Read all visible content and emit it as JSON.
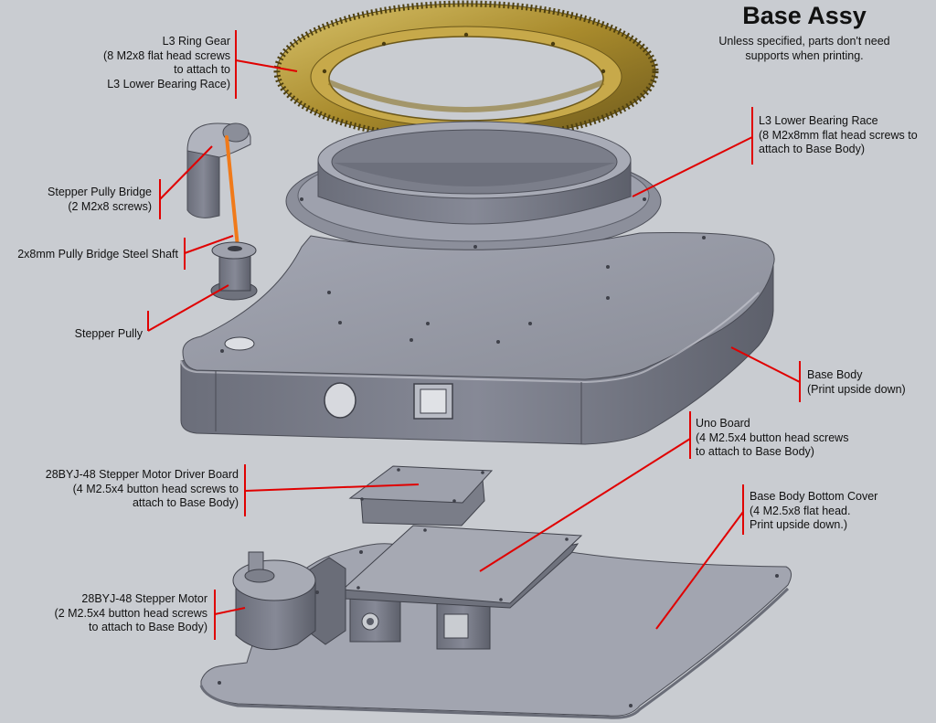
{
  "title": "Base Assy",
  "subtitle": [
    "Unless specified, parts don't need",
    "supports when printing."
  ],
  "colors": {
    "background": "#c9ccd1",
    "leader": "#e00000",
    "part": "#8a8d97",
    "gear": "#b49a3c",
    "shaft": "#f07a1a"
  },
  "labels": {
    "ring_gear": [
      "L3 Ring Gear",
      "(8 M2x8 flat head screws",
      "to attach to",
      "L3 Lower Bearing Race)"
    ],
    "lower_bearing_race": [
      "L3 Lower Bearing Race",
      "(8 M2x8mm flat head screws to",
      "attach to Base Body)"
    ],
    "pully_bridge": [
      "Stepper Pully Bridge",
      "(2 M2x8 screws)"
    ],
    "steel_shaft": [
      "2x8mm Pully Bridge Steel Shaft"
    ],
    "stepper_pully": [
      "Stepper Pully"
    ],
    "base_body": [
      "Base Body",
      "(Print upside down)"
    ],
    "uno_board": [
      "Uno Board",
      "(4 M2.5x4 button head screws",
      "to attach to Base Body)"
    ],
    "driver_board": [
      "28BYJ-48 Stepper Motor Driver Board",
      "(4 M2.5x4 button head screws to",
      "attach to Base Body)"
    ],
    "bottom_cover": [
      "Base Body Bottom Cover",
      "(4 M2.5x8 flat head.",
      "Print upside down.)"
    ],
    "stepper_motor": [
      "28BYJ-48 Stepper Motor",
      "(2 M2.5x4 button head screws",
      "to attach to Base Body)"
    ]
  }
}
